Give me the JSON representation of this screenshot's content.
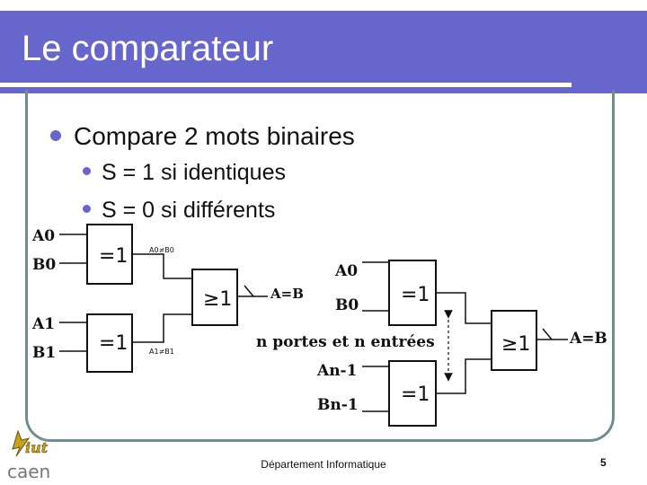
{
  "slide": {
    "title": "Le comparateur",
    "bullets": {
      "main": "Compare 2 mots binaires",
      "sub1": "S = 1 si identiques",
      "sub2": "S = 0 si différents"
    },
    "footer": "Département Informatique",
    "page_number": "5"
  },
  "logo": {
    "line1": "iut",
    "line2": "caen"
  },
  "diagram_left": {
    "inputs": [
      "A0",
      "B0",
      "A1",
      "B1"
    ],
    "xnor_label": "=1",
    "or_label": "≥1",
    "signal_top": "A0≠B0",
    "signal_bottom": "A1≠B1",
    "output": "A=B"
  },
  "diagram_right": {
    "inputs": [
      "A0",
      "B0",
      "An-1",
      "Bn-1"
    ],
    "xnor_label": "=1",
    "or_label": "≥1",
    "middle_caption": "n portes et n entrées",
    "output": "A=B"
  },
  "colors": {
    "title_bar": "#6666cc",
    "frame": "#6f8f8f",
    "bullet": "#6666cc"
  }
}
